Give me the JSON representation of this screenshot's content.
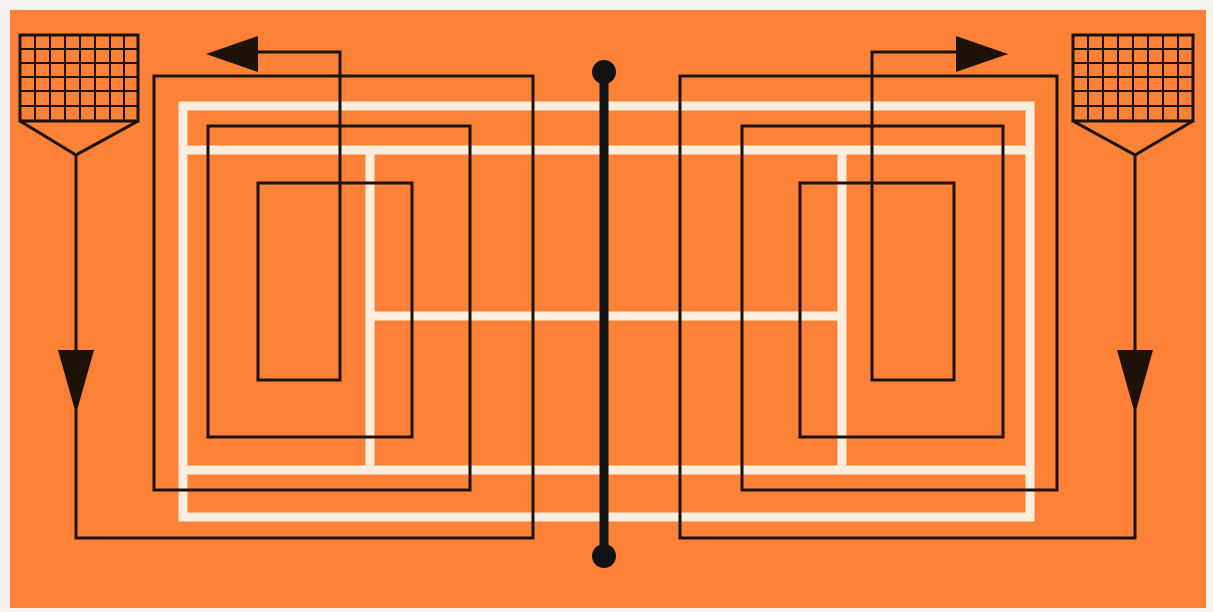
{
  "diagram": {
    "colors": {
      "court": "#fd8137",
      "court_lines": "#fbeedc",
      "sweep_path": "#1c1208",
      "net": "#111111",
      "frame": "#f6f3ef"
    },
    "net": {
      "posts": 2
    },
    "drag_brushes": [
      {
        "side": "left",
        "icon": "drag-brush-icon",
        "pattern": "grid",
        "start_arrow": "arrow-down",
        "end_arrow": "arrow-left"
      },
      {
        "side": "right",
        "icon": "drag-brush-icon",
        "pattern": "grid",
        "start_arrow": "arrow-down",
        "end_arrow": "arrow-right"
      }
    ]
  }
}
